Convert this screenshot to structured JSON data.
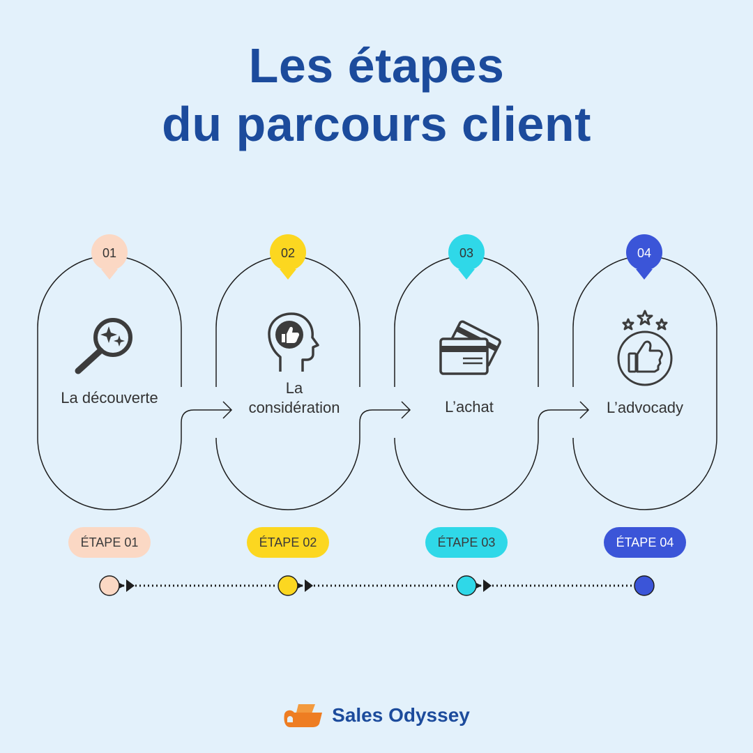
{
  "title": {
    "line1": "Les étapes",
    "line2": "du parcours client"
  },
  "colors": {
    "background": "#e3f1fb",
    "title": "#1c4b9c",
    "stage1": "#fbd8c4",
    "stage2": "#fcd720",
    "stage3": "#2fd8e8",
    "stage4": "#3b55d8",
    "outline": "#1e1e1e",
    "icon": "#3c3c3c",
    "brand_orange": "#ee7d22",
    "brand_blue": "#1c4b9c"
  },
  "stages": [
    {
      "number": "01",
      "label_lines": [
        "La découverte"
      ],
      "pill": "ÉTAPE 01",
      "icon": "magnifier-sparkle-icon"
    },
    {
      "number": "02",
      "label_lines": [
        "La",
        "considération"
      ],
      "pill": "ÉTAPE 02",
      "icon": "head-thumbs-up-icon"
    },
    {
      "number": "03",
      "label_lines": [
        "L’achat"
      ],
      "pill": "ÉTAPE 03",
      "icon": "credit-cards-icon"
    },
    {
      "number": "04",
      "label_lines": [
        "L’advocady"
      ],
      "pill": "ÉTAPE 04",
      "icon": "thumbs-up-stars-icon"
    }
  ],
  "footer": {
    "brand": "Sales Odyssey",
    "logo_icon": "ship-logo-icon"
  }
}
